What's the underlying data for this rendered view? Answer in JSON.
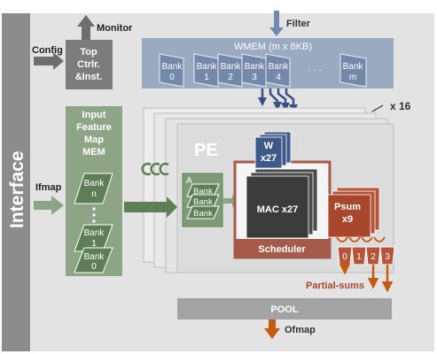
{
  "interface": {
    "label": "Interface"
  },
  "inputs": {
    "monitor": "Monitor",
    "filter": "Filter",
    "config": "Config",
    "ifmap": "Ifmap"
  },
  "top_ctrl": {
    "line1": "Top",
    "line2": "Ctrlr.",
    "line3": "&Inst."
  },
  "wmem": {
    "title": "WMEM (m x 8KB)",
    "banks": [
      {
        "name": "Bank",
        "index": "0"
      },
      {
        "name": "Bank",
        "index": "1"
      },
      {
        "name": "Bank",
        "index": "2"
      },
      {
        "name": "Bank",
        "index": "3"
      },
      {
        "name": "Bank",
        "index": "4"
      }
    ],
    "ellipsis": ". . .",
    "last_bank": {
      "name": "Bank",
      "index": "m"
    }
  },
  "ifm_mem": {
    "title_lines": [
      "Input",
      "Feature",
      "Map",
      "MEM"
    ],
    "bank_top": {
      "name": "Bank",
      "index": "n"
    },
    "bank_mid": {
      "name": "Bank",
      "index": "1"
    },
    "bank_bottom": {
      "name": "Bank",
      "index": "0"
    }
  },
  "pe": {
    "title": "PE",
    "replication": "x 16",
    "a_label": "A",
    "a_banks": [
      "Bank",
      "Bank",
      "Bank"
    ],
    "w_line1": "W",
    "w_line2": "x27",
    "mac": "MAC x27",
    "psum_line1": "Psum",
    "psum_line2": "x9",
    "scheduler": "Scheduler",
    "mux_labels": [
      "0",
      "1",
      "2",
      "3"
    ]
  },
  "partial_sums": "Partial-sums",
  "pool": "POOL",
  "ofmap": "Ofmap",
  "colors": {
    "frame": "#e3e3e3",
    "pe_face": "#dcdcdc",
    "wmem": "#9aaac0",
    "ifm": "#8da585",
    "ctrl": "#7c7c7c",
    "mac": "#4a4a4a",
    "psum": "#b5553a",
    "scheduler": "#a55a4a",
    "pool": "#a3a3a3",
    "arrow_blue": "#7487ad",
    "arrow_green": "#5e7f56",
    "arrow_orange": "#c55a11"
  }
}
